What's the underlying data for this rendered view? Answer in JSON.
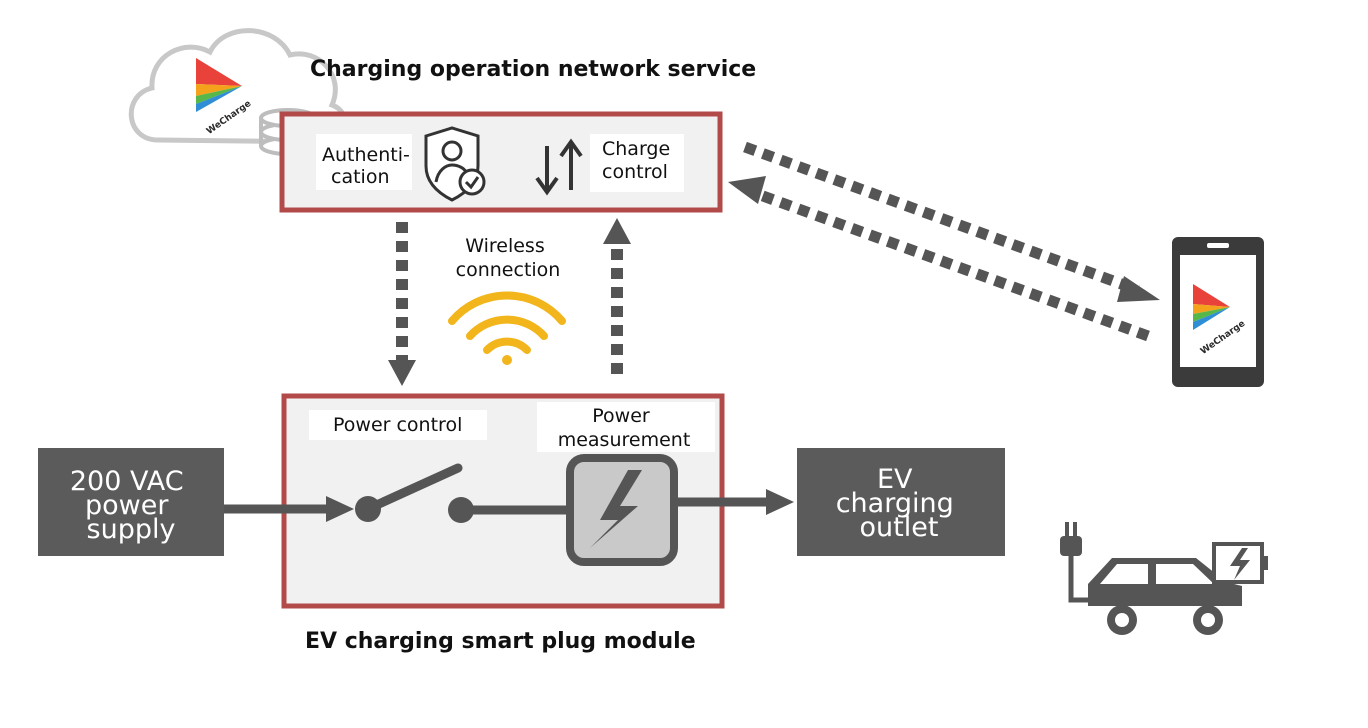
{
  "titles": {
    "network_service": "Charging operation network service",
    "smart_plug_module": "EV charging smart plug module"
  },
  "network_box": {
    "authentication": [
      "Authenti-",
      "cation"
    ],
    "charge_control": [
      "Charge",
      "control"
    ]
  },
  "wireless": {
    "label": [
      "Wireless",
      "connection"
    ]
  },
  "module_box": {
    "power_control": "Power control",
    "power_measurement": [
      "Power",
      "measurement"
    ]
  },
  "power_supply": [
    "200 VAC",
    "power",
    "supply"
  ],
  "ev_outlet": [
    "EV",
    "charging",
    "outlet"
  ],
  "brand": {
    "name": "WeCharge"
  },
  "icons": {
    "cloud": "cloud-icon",
    "database": "database-icon",
    "authentication": "user-shield-check-icon",
    "charge_control": "up-down-arrows-icon",
    "wifi": "wifi-icon",
    "switch": "switch-icon",
    "meter": "lightning-meter-icon",
    "phone": "smartphone-icon",
    "car": "ev-car-icon",
    "battery": "battery-charging-icon"
  },
  "colors": {
    "frame_red": "#b34a4a",
    "dark_gray": "#5b5b5b",
    "arrow_gray": "#555555",
    "wifi_yellow": "#f2b51c",
    "panel_bg": "#f1f1f1"
  }
}
